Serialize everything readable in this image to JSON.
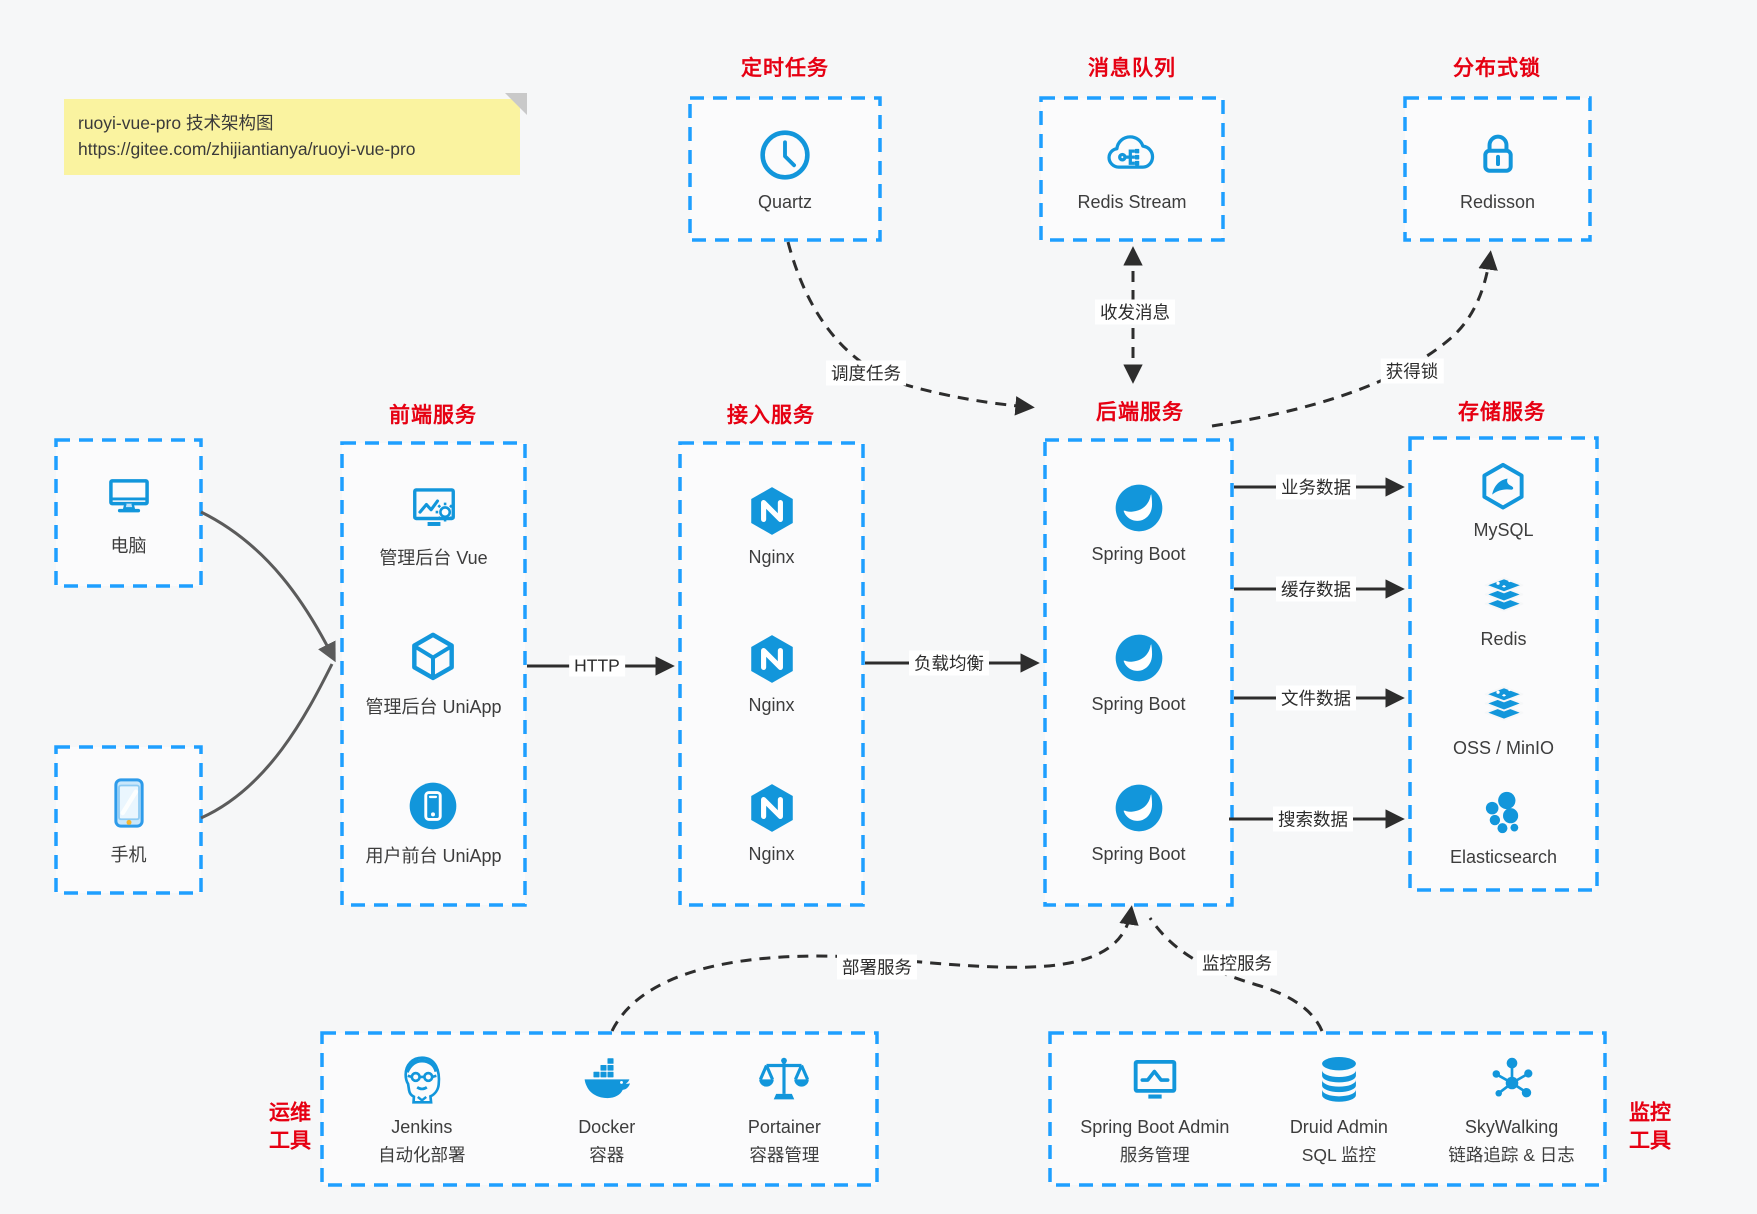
{
  "note": {
    "line1": "ruoyi-vue-pro 技术架构图",
    "line2": "https://gitee.com/zhijiantianya/ruoyi-vue-pro"
  },
  "colors": {
    "box_border_blue": "#1e9fff",
    "icon_blue": "#1296db",
    "title_red": "#e60012",
    "note_yellow": "#faf3a0",
    "arrow_black": "#2d2d2d",
    "arrow_gray": "#5b5b5b"
  },
  "top_groups": [
    {
      "title": "定时任务",
      "items": [
        {
          "icon": "clock",
          "label": "Quartz"
        }
      ]
    },
    {
      "title": "消息队列",
      "items": [
        {
          "icon": "cloud-stream",
          "label": "Redis Stream"
        }
      ]
    },
    {
      "title": "分布式锁",
      "items": [
        {
          "icon": "lock",
          "label": "Redisson"
        }
      ]
    }
  ],
  "devices": [
    {
      "icon": "desktop",
      "label": "电脑"
    },
    {
      "icon": "phone",
      "label": "手机"
    }
  ],
  "columns": [
    {
      "title": "前端服务",
      "items": [
        {
          "icon": "admin-vue",
          "label": "管理后台 Vue"
        },
        {
          "icon": "cube",
          "label": "管理后台 UniApp"
        },
        {
          "icon": "mobile-app",
          "label": "用户前台 UniApp"
        }
      ]
    },
    {
      "title": "接入服务",
      "items": [
        {
          "icon": "nginx",
          "label": "Nginx"
        },
        {
          "icon": "nginx",
          "label": "Nginx"
        },
        {
          "icon": "nginx",
          "label": "Nginx"
        }
      ]
    },
    {
      "title": "后端服务",
      "items": [
        {
          "icon": "spring",
          "label": "Spring Boot"
        },
        {
          "icon": "spring",
          "label": "Spring Boot"
        },
        {
          "icon": "spring",
          "label": "Spring Boot"
        }
      ]
    },
    {
      "title": "存储服务",
      "items": [
        {
          "icon": "mysql",
          "label": "MySQL"
        },
        {
          "icon": "redis-stack",
          "label": "Redis"
        },
        {
          "icon": "redis-stack",
          "label": "OSS / MinIO"
        },
        {
          "icon": "elasticsearch",
          "label": "Elasticsearch"
        }
      ]
    }
  ],
  "bottom_groups": [
    {
      "label_lines": [
        "运维",
        "工具"
      ],
      "items": [
        {
          "icon": "jenkins",
          "label": "Jenkins",
          "sublabel": "自动化部署"
        },
        {
          "icon": "docker",
          "label": "Docker",
          "sublabel": "容器"
        },
        {
          "icon": "portainer",
          "label": "Portainer",
          "sublabel": "容器管理"
        }
      ]
    },
    {
      "label_lines": [
        "监控",
        "工具"
      ],
      "items": [
        {
          "icon": "spring-admin",
          "label": "Spring Boot Admin",
          "sublabel": "服务管理"
        },
        {
          "icon": "druid",
          "label": "Druid Admin",
          "sublabel": "SQL 监控"
        },
        {
          "icon": "skywalking",
          "label": "SkyWalking",
          "sublabel": "链路追踪 & 日志"
        }
      ]
    }
  ],
  "edges": {
    "scheduling": "调度任务",
    "messaging": "收发消息",
    "lock": "获得锁",
    "http": "HTTP",
    "load_balancing": "负载均衡",
    "business_data": "业务数据",
    "cache_data": "缓存数据",
    "file_data": "文件数据",
    "search_data": "搜索数据",
    "deploy": "部署服务",
    "monitoring": "监控服务"
  }
}
